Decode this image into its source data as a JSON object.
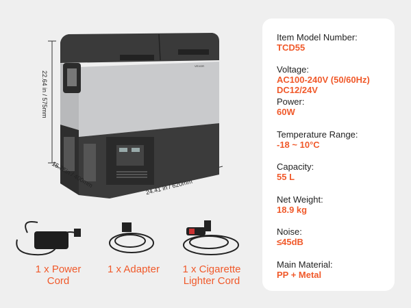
{
  "dimensions": {
    "height": "22.64 in / 575mm",
    "depth": "15.75in / 400mm",
    "width": "24.41 in / 620mm"
  },
  "brand_logo": "VEVOR",
  "specs": [
    {
      "label": "Item Model Number:",
      "value": "TCD55"
    },
    {
      "label": "Voltage:",
      "value": "AC100-240V (50/60Hz)",
      "value2": "DC12/24V"
    },
    {
      "label": "Power:",
      "value": "60W"
    },
    {
      "label": "Temperature Range:",
      "value": "-18 ~ 10°C"
    },
    {
      "label": "Capacity:",
      "value": "55 L"
    },
    {
      "label": "Net Weight:",
      "value": "18.9 kg"
    },
    {
      "label": "Noise:",
      "value": "≤45dB"
    },
    {
      "label": "Main Material:",
      "value": "PP + Metal"
    }
  ],
  "accessories": [
    {
      "line1": "1 x Power",
      "line2": "Cord"
    },
    {
      "line1": "1 x Adapter",
      "line2": ""
    },
    {
      "line1": "1 x Cigarette",
      "line2": "Lighter Cord"
    }
  ],
  "colors": {
    "accent": "#f0592a",
    "background": "#efefef"
  }
}
